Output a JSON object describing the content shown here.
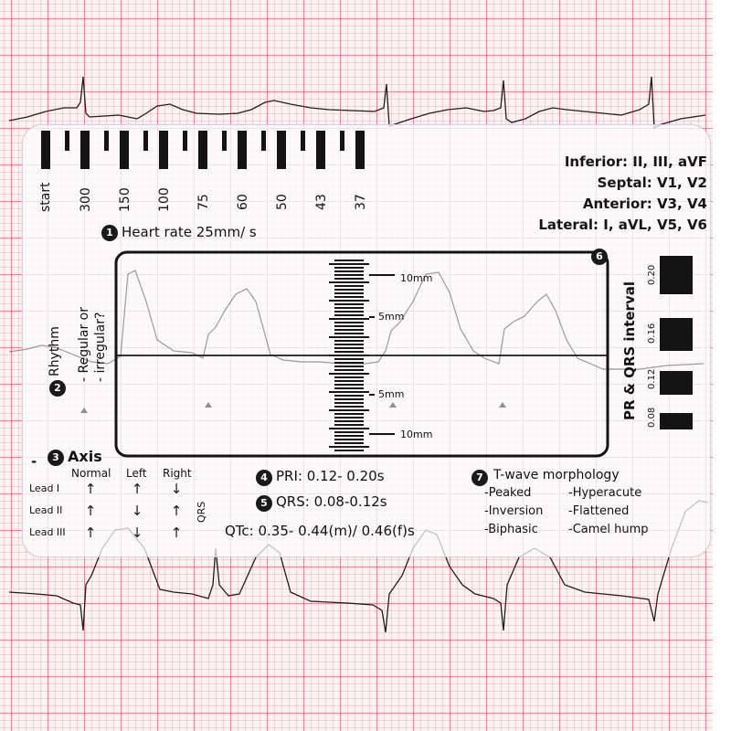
{
  "heart_rate_scale": {
    "labels": [
      "start",
      "300",
      "150",
      "100",
      "75",
      "60",
      "50",
      "43",
      "37"
    ]
  },
  "leads": [
    "Inferior: II, III, aVF",
    "Septal: V1, V2",
    "Anterior: V3, V4",
    "Lateral: I, aVL, V5, V6"
  ],
  "steps": {
    "heart_rate": {
      "number": "1",
      "label": "Heart rate 25mm/ s"
    },
    "rhythm": {
      "number": "2",
      "label": "Rhythm",
      "line1": "- Regular or",
      "line2": "- irregular?"
    },
    "axis": {
      "number": "3",
      "label": "Axis"
    },
    "pri": {
      "number": "4",
      "label": "PRI: 0.12- 0.20s"
    },
    "qrs": {
      "number": "5",
      "label": "QRS: 0.08-0.12s"
    },
    "window": {
      "number": "6"
    },
    "t_wave": {
      "number": "7",
      "label": "T-wave morphology",
      "col1": [
        "-Peaked",
        "-Inversion",
        "-Biphasic"
      ],
      "col2": [
        "-Hyperacute",
        "-Flattened",
        "-Camel hump"
      ]
    }
  },
  "qtc": "QTc: 0.35- 0.44(m)/ 0.46(f)s",
  "axis_table": {
    "headers": [
      "Normal",
      "Left",
      "Right"
    ],
    "rows": [
      "Lead I",
      "Lead II",
      "Lead III"
    ],
    "qrs_label": "QRS"
  },
  "mm_scale": {
    "top_10": "10mm",
    "top_5": "5mm",
    "bottom_5": "5mm",
    "bottom_10": "10mm"
  },
  "interval_scale": {
    "title": "PR & QRS interval",
    "labels": [
      "0.20",
      "0.16",
      "0.12",
      "0.08"
    ]
  },
  "colors": {
    "grid": "#cd5f5f",
    "ink": "#121212",
    "trace": "#1e1e1e"
  }
}
